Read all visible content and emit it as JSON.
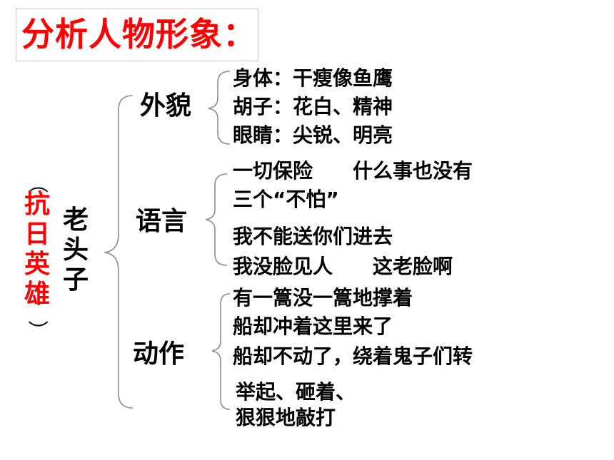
{
  "title": "分析人物形象：",
  "subject": "老头子",
  "theme": {
    "open": "（",
    "text": "抗日英雄",
    "close": "）"
  },
  "categories": [
    {
      "label": "外貌",
      "items": [
        "身体：干瘦像鱼鹰",
        "胡子：花白、精神",
        "眼睛：尖锐、明亮"
      ]
    },
    {
      "label": "语言",
      "items": [
        "一切保险　　什么事也没有",
        "三个“不怕”",
        "我不能送你们进去",
        "我没脸见人　　这老脸啊"
      ]
    },
    {
      "label": "动作",
      "items": [
        "有一篙没一篙地撑着",
        "船却冲着这里来了",
        "船却不动了，绕着鬼子们转",
        "举起、砸着、",
        "狠狠地敲打"
      ]
    }
  ],
  "colors": {
    "title": "#ff0000",
    "theme": "#ff0000",
    "text": "#000000",
    "brace": "#7f7f7f"
  }
}
